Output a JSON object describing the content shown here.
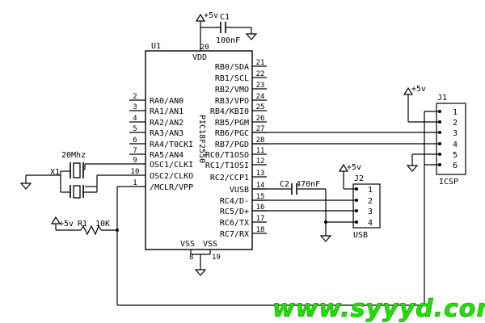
{
  "vcc_label": "+5v",
  "u1": {
    "ref": "U1",
    "part": "PIC18F2550",
    "vdd_label": "VDD",
    "vdd_pin": "20",
    "vss_label": "VSS",
    "vss_pins": [
      "8",
      "19"
    ],
    "left_pins": [
      {
        "num": "2",
        "name": "RA0/AN0"
      },
      {
        "num": "3",
        "name": "RA1/AN1"
      },
      {
        "num": "4",
        "name": "RA2/AN2"
      },
      {
        "num": "5",
        "name": "RA3/AN3"
      },
      {
        "num": "6",
        "name": "RA4/T0CKI"
      },
      {
        "num": "7",
        "name": "RA5/AN4"
      },
      {
        "num": "9",
        "name": "OSC1/CLKI"
      },
      {
        "num": "10",
        "name": "OSC2/CLKO"
      },
      {
        "num": "1",
        "name": "/MCLR/VPP"
      }
    ],
    "right_pins": [
      {
        "num": "21",
        "name": "RB0/SDA"
      },
      {
        "num": "22",
        "name": "RB1/SCL"
      },
      {
        "num": "23",
        "name": "RB2/VMO"
      },
      {
        "num": "24",
        "name": "RB3/VPO"
      },
      {
        "num": "25",
        "name": "RB4/KBI0"
      },
      {
        "num": "26",
        "name": "RB5/PGM"
      },
      {
        "num": "27",
        "name": "RB6/PGC"
      },
      {
        "num": "28",
        "name": "RB7/PGD"
      },
      {
        "num": "11",
        "name": "RC0/T1OSO"
      },
      {
        "num": "12",
        "name": "RC1/T1OSI"
      },
      {
        "num": "13",
        "name": "RC2/CCP1"
      },
      {
        "num": "14",
        "name": "VUSB"
      },
      {
        "num": "15",
        "name": "RC4/D-"
      },
      {
        "num": "16",
        "name": "RC5/D+"
      },
      {
        "num": "17",
        "name": "RC6/TX"
      },
      {
        "num": "18",
        "name": "RC7/RX"
      }
    ]
  },
  "c1": {
    "ref": "C1",
    "value": "100nF"
  },
  "c2": {
    "ref": "C2",
    "value": "470nF"
  },
  "r1": {
    "ref": "R1",
    "value": "10K"
  },
  "x1": {
    "ref": "X1",
    "value": "20Mhz"
  },
  "j1": {
    "ref": "J1",
    "name": "ICSP",
    "pins": [
      "1",
      "2",
      "3",
      "4",
      "5",
      "6"
    ]
  },
  "j2": {
    "ref": "J2",
    "name": "USB",
    "pins": [
      "1",
      "2",
      "3",
      "4"
    ]
  },
  "watermark": "www.syyyd.com"
}
